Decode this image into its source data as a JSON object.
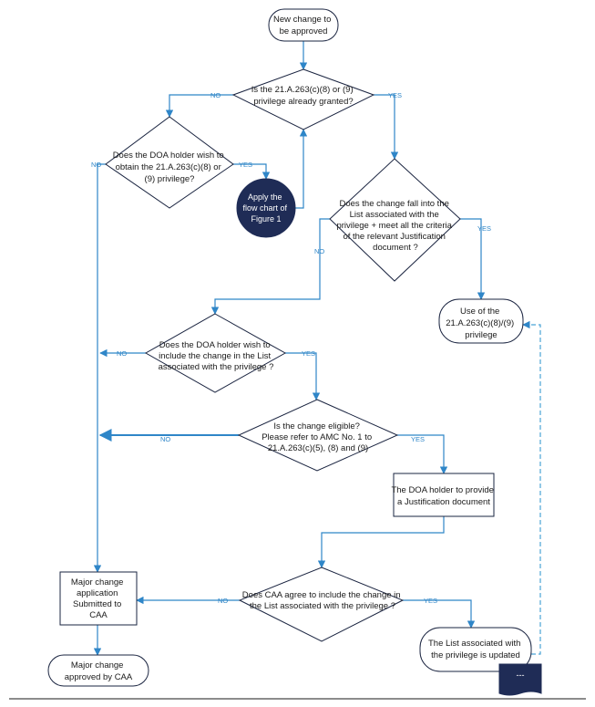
{
  "nodes": {
    "start": [
      "New change to",
      "be approved"
    ],
    "q_granted": [
      "Is the 21.A.263(c)(8) or (9)",
      "privilege already granted?"
    ],
    "q_wish_obtain": [
      "Does the  DOA holder wish to",
      "obtain the 21.A.263(c)(8)  or",
      "(9) privilege?"
    ],
    "apply_flow": [
      "Apply the",
      "flow chart of",
      "Figure 1"
    ],
    "q_fall_into": [
      "Does the change fall into the",
      "List associated with the",
      "privilege + meet all the criteria",
      "of the relevant  Justification",
      "document ?"
    ],
    "use_privilege": [
      "Use of the",
      "21.A.263(c)(8)/(9)",
      "privilege"
    ],
    "q_wish_include": [
      "Does the DOA holder wish  to",
      "include the change in the  List",
      "associated with the privilege  ?"
    ],
    "q_eligible": [
      "Is the change eligible?",
      "Please refer to AMC No. 1  to",
      "21.A.263(c)(5), (8) and (9)"
    ],
    "provide_justification": [
      "The DOA holder to provide",
      "a Justification document"
    ],
    "q_caa_agree": [
      "Does CAA agree to include the change in",
      "the List associated with the privilege ?"
    ],
    "major_submitted": [
      "Major change",
      "application",
      "Submitted to",
      "CAA"
    ],
    "list_updated": [
      "The  List associated with",
      "the privilege  is updated"
    ],
    "major_approved": [
      "Major change",
      "approved by CAA"
    ],
    "page_mark": "---"
  },
  "labels": {
    "yes": "YES",
    "no": "NO"
  },
  "colors": {
    "connector": "#2f86c8",
    "outline": "#1a2440",
    "dark_fill": "#1f2c56"
  }
}
